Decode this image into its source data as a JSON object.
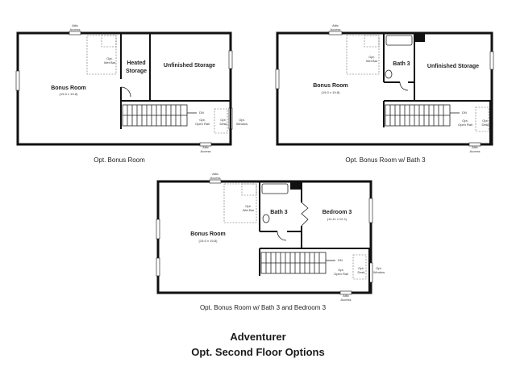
{
  "plans": [
    {
      "caption": "Opt. Bonus Room",
      "rooms": {
        "bonus_name": "Bonus Room",
        "bonus_dim": "(19-0 x 19-8)",
        "heated_line1": "Heated",
        "heated_line2": "Storage",
        "unfinished": "Unfinished Storage"
      },
      "notes": {
        "attic_top": [
          "Attic",
          "Access"
        ],
        "attic_bottom": [
          "Attic",
          "Access"
        ],
        "wet_bar": [
          "Opt.",
          "Wet Bar"
        ],
        "dn": "DN",
        "open_rail": [
          "Opt.",
          "Open Rail"
        ],
        "desk": [
          "Opt.",
          "Desk"
        ],
        "window": [
          "Opt.",
          "Window"
        ]
      }
    },
    {
      "caption": "Opt. Bonus Room w/ Bath 3",
      "rooms": {
        "bonus_name": "Bonus Room",
        "bonus_dim": "(19-0 x 19-8)",
        "bath": "Bath 3",
        "unfinished": "Unfinished Storage"
      },
      "notes": {
        "attic_top": [
          "Attic",
          "Access"
        ],
        "attic_bottom": [
          "Attic",
          "Access"
        ],
        "wet_bar": [
          "Opt.",
          "Wet Bar"
        ],
        "dn": "DN",
        "open_rail": [
          "Opt.",
          "Open Rail"
        ],
        "desk": [
          "Opt.",
          "Desk"
        ]
      }
    },
    {
      "caption": "Opt. Bonus Room w/ Bath 3 and Bedroom 3",
      "rooms": {
        "bonus_name": "Bonus Room",
        "bonus_dim": "(19-0 x 19-8)",
        "bath": "Bath 3",
        "bed_name": "Bedroom 3",
        "bed_dim": "(11-11 x 12-1)"
      },
      "notes": {
        "attic_top": [
          "Attic",
          "Access"
        ],
        "attic_bottom": [
          "Attic",
          "Access"
        ],
        "wet_bar": [
          "Opt.",
          "Wet Bar"
        ],
        "dn": "DN",
        "open_rail": [
          "Opt.",
          "Open Rail"
        ],
        "desk": [
          "Opt.",
          "Desk"
        ],
        "window": [
          "Opt.",
          "Window"
        ]
      }
    }
  ],
  "title": {
    "line1": "Adventurer",
    "line2": "Opt. Second Floor Options"
  }
}
